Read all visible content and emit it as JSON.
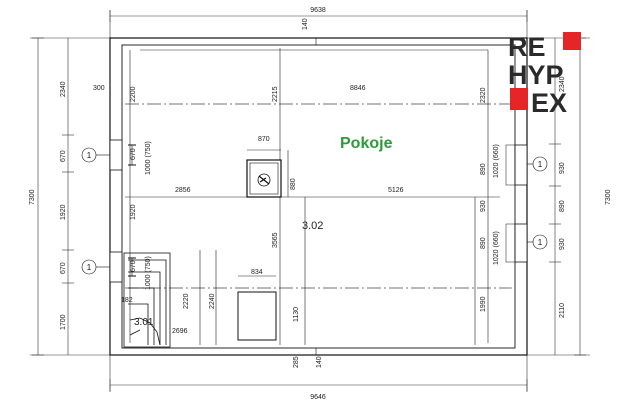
{
  "room": {
    "label": "Pokoje",
    "number": "3.02",
    "stair_number": "3.01"
  },
  "logo": {
    "line1": "RE",
    "line2": "HYP",
    "line3": "EX",
    "accent_color": "#e52528"
  },
  "accent_color": "#2e9b3a",
  "dims": {
    "top_total": "9638",
    "bottom_total": "9646",
    "top_140": "140",
    "bottom_140": "140",
    "bottom_285": "285",
    "left_total": "7300",
    "right_total": "7300",
    "left_2340": "2340",
    "left_670a": "670",
    "left_1920": "1920",
    "left_670b": "670",
    "left_1700": "1700",
    "right_2340": "2340",
    "right_930a": "930",
    "right_890": "890",
    "right_930b": "930",
    "right_2110": "2110",
    "inner_300": "300",
    "inner_2200": "2200",
    "inner_8846": "8846",
    "inner_2215": "2215",
    "inner_2320": "2320",
    "inner_870": "870",
    "inner_880": "880",
    "inner_2856": "2856",
    "inner_5126": "5126",
    "inner_670a": "670",
    "inner_1000_750a": "1000 (750)",
    "inner_1920": "1920",
    "inner_3565": "3565",
    "inner_890a": "890",
    "inner_1020_660a": "1020 (660)",
    "inner_930": "930",
    "inner_890b": "890",
    "inner_1020_660b": "1020 (660)",
    "inner_670b": "670",
    "inner_1000_750b": "1000 (750)",
    "inner_834": "834",
    "inner_2220": "2220",
    "inner_2240": "2240",
    "inner_1130": "1130",
    "inner_182": "182",
    "inner_2696": "2696",
    "inner_1990": "1990"
  },
  "window_markers": [
    "1",
    "1",
    "1",
    "1"
  ]
}
